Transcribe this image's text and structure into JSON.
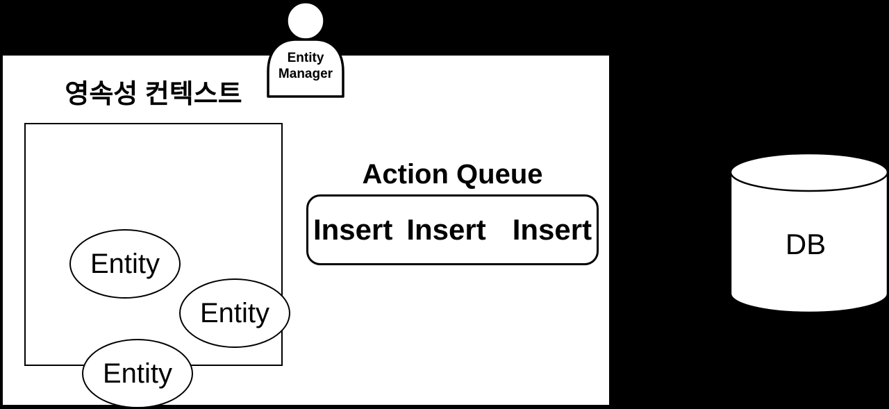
{
  "canvas": {
    "background": "#000000",
    "surface": "#ffffff",
    "stroke": "#000000",
    "text_color": "#000000"
  },
  "persistence_context": {
    "title": "영속성 컨텍스트",
    "entities": [
      "Entity",
      "Entity",
      "Entity"
    ]
  },
  "entity_manager": {
    "line1": "Entity",
    "line2": "Manager"
  },
  "action_queue": {
    "title": "Action Queue",
    "items": [
      "Insert",
      "Insert",
      "Insert"
    ]
  },
  "database": {
    "label": "DB"
  }
}
